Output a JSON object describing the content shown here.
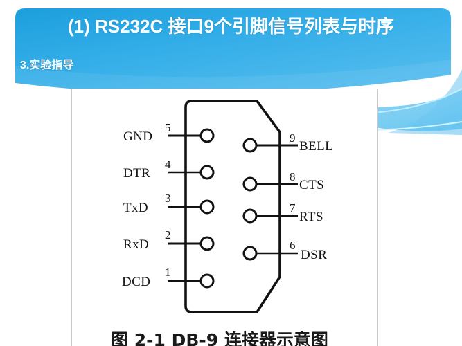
{
  "slide": {
    "title": "(1) RS232C  接口9个引脚信号列表与时序",
    "subtitle": "3.实验指导",
    "accent_color": "#2eabe8",
    "accent_color_dark": "#1b9ad9",
    "accent_color_light": "#7fcdf2",
    "title_color": "#ffffff",
    "background_color": "#ffffff"
  },
  "diagram": {
    "caption": "图 2-1   DB-9 连接器示意图",
    "connector_type": "DB-9",
    "left_pins": [
      {
        "signal": "GND",
        "number": "5"
      },
      {
        "signal": "DTR",
        "number": "4"
      },
      {
        "signal": "TxD",
        "number": "3"
      },
      {
        "signal": "RxD",
        "number": "2"
      },
      {
        "signal": "DCD",
        "number": "1"
      }
    ],
    "right_pins": [
      {
        "signal": "BELL",
        "number": "9"
      },
      {
        "signal": "CTS",
        "number": "8"
      },
      {
        "signal": "RTS",
        "number": "7"
      },
      {
        "signal": "DSR",
        "number": "6"
      }
    ],
    "line_color": "#111111"
  }
}
